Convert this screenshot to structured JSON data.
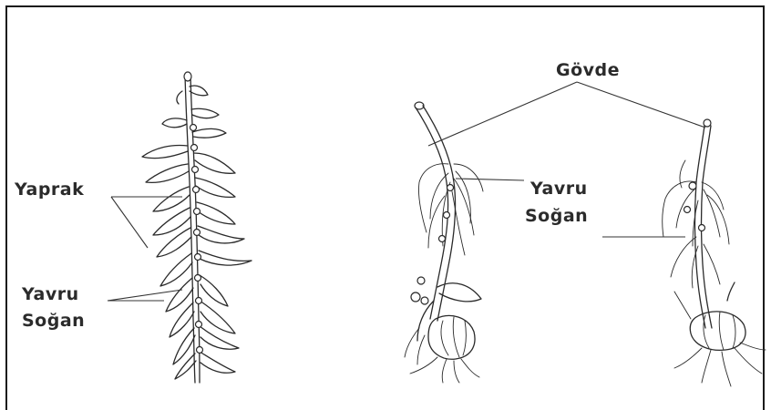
{
  "labels": {
    "yaprak": "Yaprak",
    "yavru_left_line1": "Yavru",
    "yavru_left_line2": "Soğan",
    "govde": "Gövde",
    "yavru_right_line1": "Yavru",
    "yavru_right_line2": "Soğan"
  },
  "colors": {
    "ink": "#2a2a2a",
    "frame": "#1a1a1a",
    "background": "#ffffff"
  }
}
